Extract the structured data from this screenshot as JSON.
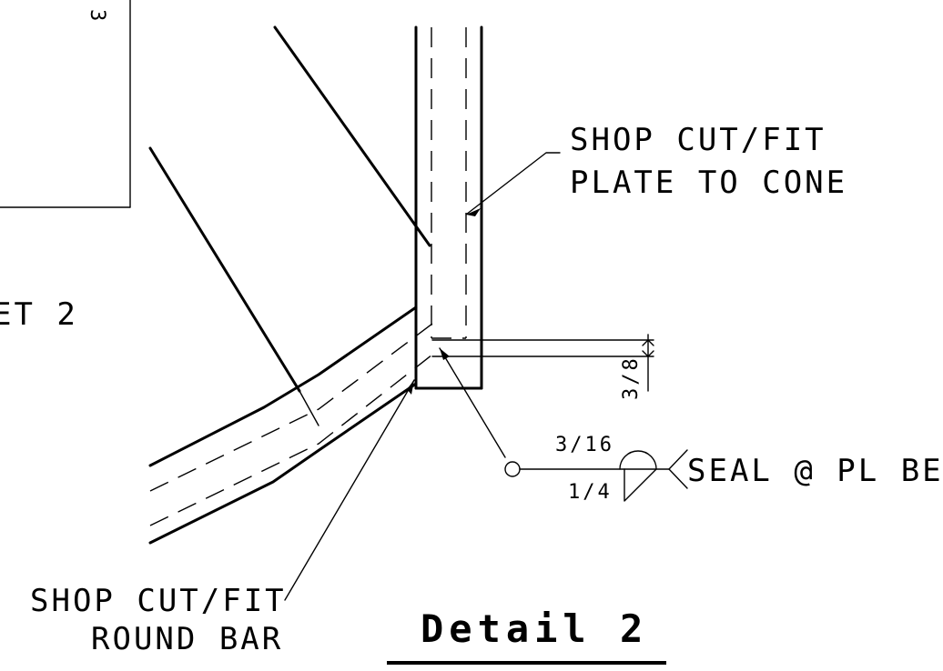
{
  "drawing": {
    "title": "Detail 2",
    "notes": {
      "plate_note_line1": "SHOP CUT/FIT",
      "plate_note_line2": "PLATE TO CONE",
      "bar_note_line1": "SHOP CUT/FIT",
      "bar_note_line2": "ROUND BAR",
      "seal_note": "SEAL @ PL BELOW",
      "sheet_ref_fragment": "ET 2",
      "corner_fragment": "3"
    },
    "dimensions": {
      "plate_thickness": "3/8"
    },
    "weld": {
      "arrow_side_size": "3/16",
      "other_side_size": "1/4"
    }
  }
}
